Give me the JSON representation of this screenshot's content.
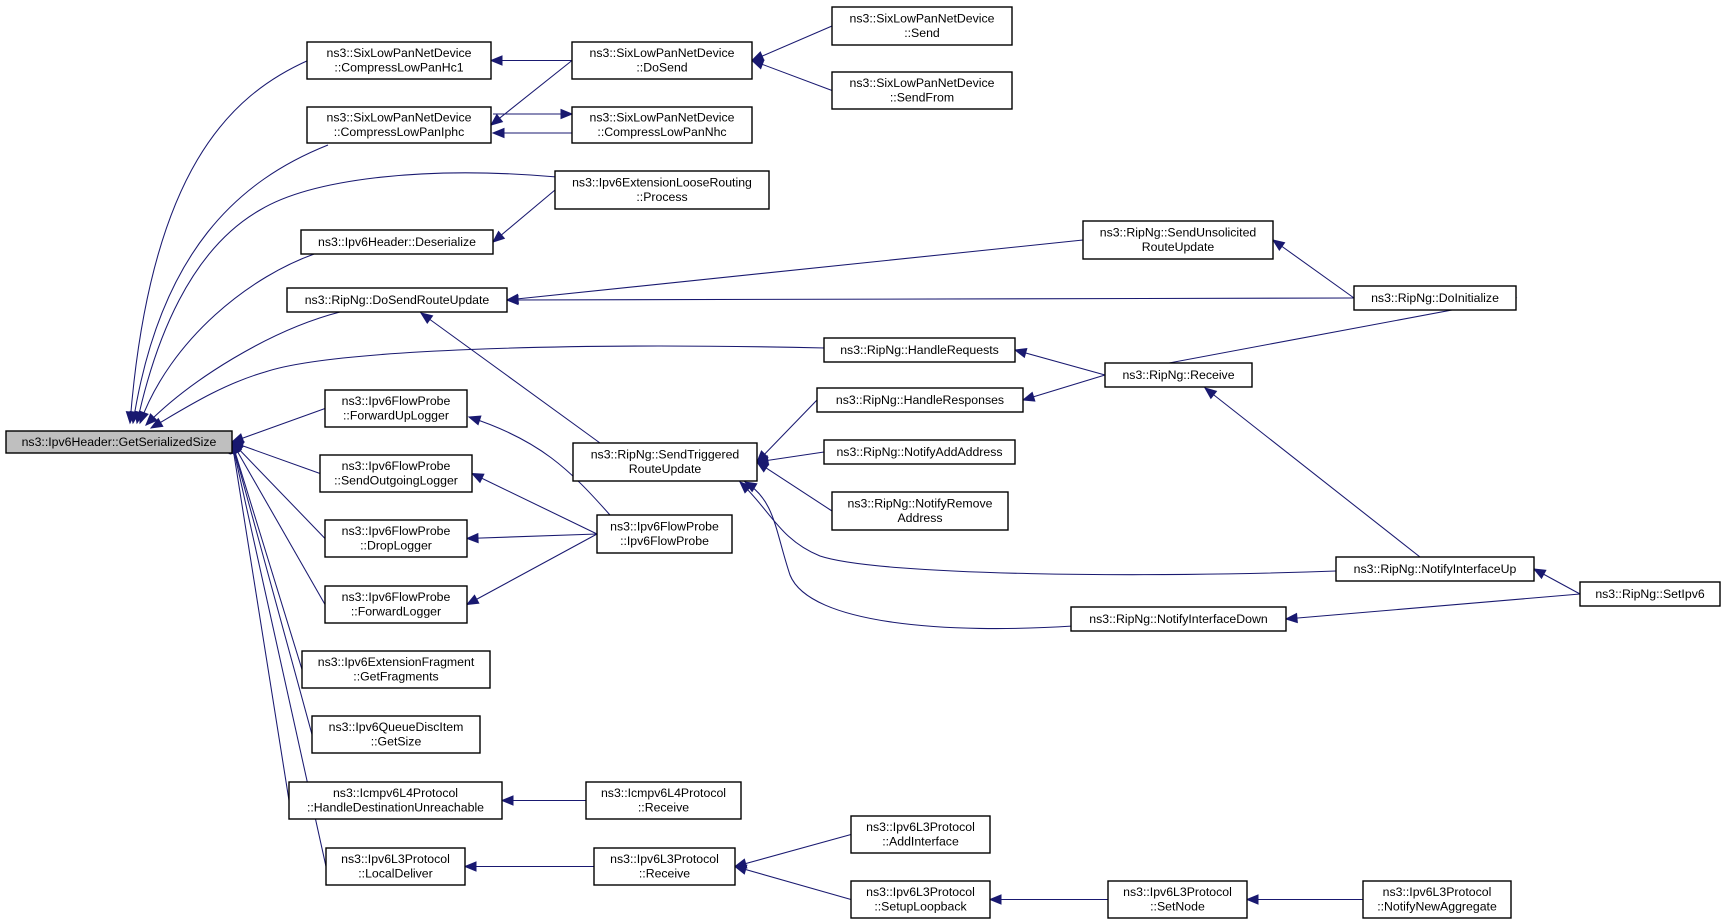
{
  "diagram": {
    "title": "",
    "edge_color": "#191970",
    "root_fill": "#bfbfbf",
    "nodes": [
      {
        "id": "root",
        "lines": [
          "ns3::Ipv6Header::GetSerializedSize"
        ],
        "root": true
      },
      {
        "id": "hc1",
        "lines": [
          "ns3::SixLowPanNetDevice",
          "::CompressLowPanHc1"
        ]
      },
      {
        "id": "iphc",
        "lines": [
          "ns3::SixLowPanNetDevice",
          "::CompressLowPanIphc"
        ]
      },
      {
        "id": "deser",
        "lines": [
          "ns3::Ipv6Header::Deserialize"
        ]
      },
      {
        "id": "dosendru",
        "lines": [
          "ns3::RipNg::DoSendRouteUpdate"
        ]
      },
      {
        "id": "fwdup",
        "lines": [
          "ns3::Ipv6FlowProbe",
          "::ForwardUpLogger"
        ]
      },
      {
        "id": "sendout",
        "lines": [
          "ns3::Ipv6FlowProbe",
          "::SendOutgoingLogger"
        ]
      },
      {
        "id": "drop",
        "lines": [
          "ns3::Ipv6FlowProbe",
          "::DropLogger"
        ]
      },
      {
        "id": "fwd",
        "lines": [
          "ns3::Ipv6FlowProbe",
          "::ForwardLogger"
        ]
      },
      {
        "id": "getfrag",
        "lines": [
          "ns3::Ipv6ExtensionFragment",
          "::GetFragments"
        ]
      },
      {
        "id": "qdisc",
        "lines": [
          "ns3::Ipv6QueueDiscItem",
          "::GetSize"
        ]
      },
      {
        "id": "hdu",
        "lines": [
          "ns3::Icmpv6L4Protocol",
          "::HandleDestinationUnreachable"
        ]
      },
      {
        "id": "localdel",
        "lines": [
          "ns3::Ipv6L3Protocol",
          "::LocalDeliver"
        ]
      },
      {
        "id": "dosend",
        "lines": [
          "ns3::SixLowPanNetDevice",
          "::DoSend"
        ]
      },
      {
        "id": "nhc",
        "lines": [
          "ns3::SixLowPanNetDevice",
          "::CompressLowPanNhc"
        ]
      },
      {
        "id": "looseproc",
        "lines": [
          "ns3::Ipv6ExtensionLooseRouting",
          "::Process"
        ]
      },
      {
        "id": "sendtrig",
        "lines": [
          "ns3::RipNg::SendTriggered",
          "RouteUpdate"
        ]
      },
      {
        "id": "probe",
        "lines": [
          "ns3::Ipv6FlowProbe",
          "::Ipv6FlowProbe"
        ]
      },
      {
        "id": "icmprecv",
        "lines": [
          "ns3::Icmpv6L4Protocol",
          "::Receive"
        ]
      },
      {
        "id": "l3recv",
        "lines": [
          "ns3::Ipv6L3Protocol",
          "::Receive"
        ]
      },
      {
        "id": "send",
        "lines": [
          "ns3::SixLowPanNetDevice",
          "::Send"
        ]
      },
      {
        "id": "sendfrom",
        "lines": [
          "ns3::SixLowPanNetDevice",
          "::SendFrom"
        ]
      },
      {
        "id": "handlereq",
        "lines": [
          "ns3::RipNg::HandleRequests"
        ]
      },
      {
        "id": "handleresp",
        "lines": [
          "ns3::RipNg::HandleResponses"
        ]
      },
      {
        "id": "notifyadd",
        "lines": [
          "ns3::RipNg::NotifyAddAddress"
        ]
      },
      {
        "id": "notifyrem",
        "lines": [
          "ns3::RipNg::NotifyRemove",
          "Address"
        ]
      },
      {
        "id": "addif",
        "lines": [
          "ns3::Ipv6L3Protocol",
          "::AddInterface"
        ]
      },
      {
        "id": "setuplb",
        "lines": [
          "ns3::Ipv6L3Protocol",
          "::SetupLoopback"
        ]
      },
      {
        "id": "sendunsol",
        "lines": [
          "ns3::RipNg::SendUnsolicited",
          "RouteUpdate"
        ]
      },
      {
        "id": "recv",
        "lines": [
          "ns3::RipNg::Receive"
        ]
      },
      {
        "id": "nifdown",
        "lines": [
          "ns3::RipNg::NotifyInterfaceDown"
        ]
      },
      {
        "id": "setnode",
        "lines": [
          "ns3::Ipv6L3Protocol",
          "::SetNode"
        ]
      },
      {
        "id": "doinit",
        "lines": [
          "ns3::RipNg::DoInitialize"
        ]
      },
      {
        "id": "nifup",
        "lines": [
          "ns3::RipNg::NotifyInterfaceUp"
        ]
      },
      {
        "id": "nna",
        "lines": [
          "ns3::Ipv6L3Protocol",
          "::NotifyNewAggregate"
        ]
      },
      {
        "id": "setipv6",
        "lines": [
          "ns3::RipNg::SetIpv6"
        ]
      }
    ],
    "edges": [
      {
        "from": "hc1",
        "to": "root"
      },
      {
        "from": "iphc",
        "to": "root"
      },
      {
        "from": "looseproc",
        "to": "root"
      },
      {
        "from": "deser",
        "to": "root"
      },
      {
        "from": "dosendru",
        "to": "root"
      },
      {
        "from": "handlereq",
        "to": "root"
      },
      {
        "from": "fwdup",
        "to": "root"
      },
      {
        "from": "sendout",
        "to": "root"
      },
      {
        "from": "drop",
        "to": "root"
      },
      {
        "from": "fwd",
        "to": "root"
      },
      {
        "from": "getfrag",
        "to": "root"
      },
      {
        "from": "qdisc",
        "to": "root"
      },
      {
        "from": "hdu",
        "to": "root"
      },
      {
        "from": "localdel",
        "to": "root"
      },
      {
        "from": "dosend",
        "to": "hc1"
      },
      {
        "from": "dosend",
        "to": "iphc"
      },
      {
        "from": "nhc",
        "to": "iphc"
      },
      {
        "from": "iphc",
        "to": "nhc"
      },
      {
        "from": "looseproc",
        "to": "deser"
      },
      {
        "from": "sendunsol",
        "to": "dosendru"
      },
      {
        "from": "doinit",
        "to": "dosendru"
      },
      {
        "from": "sendtrig",
        "to": "dosendru"
      },
      {
        "from": "probe",
        "to": "fwdup"
      },
      {
        "from": "probe",
        "to": "sendout"
      },
      {
        "from": "probe",
        "to": "drop"
      },
      {
        "from": "probe",
        "to": "fwd"
      },
      {
        "from": "icmprecv",
        "to": "hdu"
      },
      {
        "from": "l3recv",
        "to": "localdel"
      },
      {
        "from": "send",
        "to": "dosend"
      },
      {
        "from": "sendfrom",
        "to": "dosend"
      },
      {
        "from": "handleresp",
        "to": "sendtrig"
      },
      {
        "from": "notifyadd",
        "to": "sendtrig"
      },
      {
        "from": "notifyrem",
        "to": "sendtrig"
      },
      {
        "from": "nifup",
        "to": "sendtrig"
      },
      {
        "from": "nifdown",
        "to": "sendtrig"
      },
      {
        "from": "addif",
        "to": "l3recv"
      },
      {
        "from": "setuplb",
        "to": "l3recv"
      },
      {
        "from": "doinit",
        "to": "sendunsol"
      },
      {
        "from": "recv",
        "to": "handlereq"
      },
      {
        "from": "recv",
        "to": "handleresp"
      },
      {
        "from": "setnode",
        "to": "setuplb"
      },
      {
        "from": "recv",
        "to": "doinit"
      },
      {
        "from": "nifup",
        "to": "recv"
      },
      {
        "from": "setipv6",
        "to": "nifup"
      },
      {
        "from": "setipv6",
        "to": "nifdown"
      },
      {
        "from": "nna",
        "to": "setnode"
      }
    ]
  }
}
